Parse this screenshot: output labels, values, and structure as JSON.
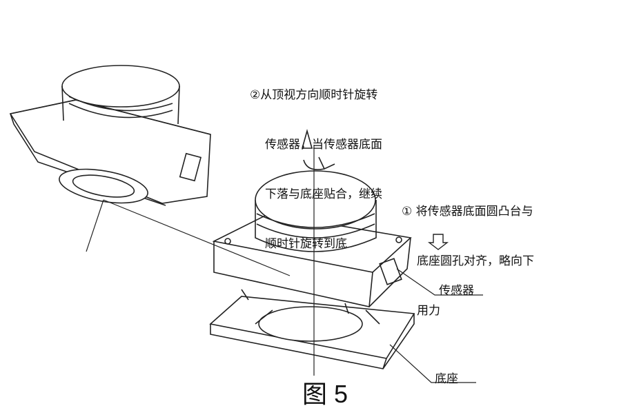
{
  "step2": {
    "lines": [
      "②从顶视方向顺时针旋转",
      "传感器，当传感器底面",
      "下落与底座贴合，继续",
      "顺时针旋转到底"
    ]
  },
  "step1": {
    "lines": [
      "① 将传感器底面圆凸台与",
      "底座圆孔对齐，略向下",
      "用力"
    ]
  },
  "labels": {
    "sensor": "传感器",
    "base": "底座"
  },
  "figure_caption": "图 5"
}
